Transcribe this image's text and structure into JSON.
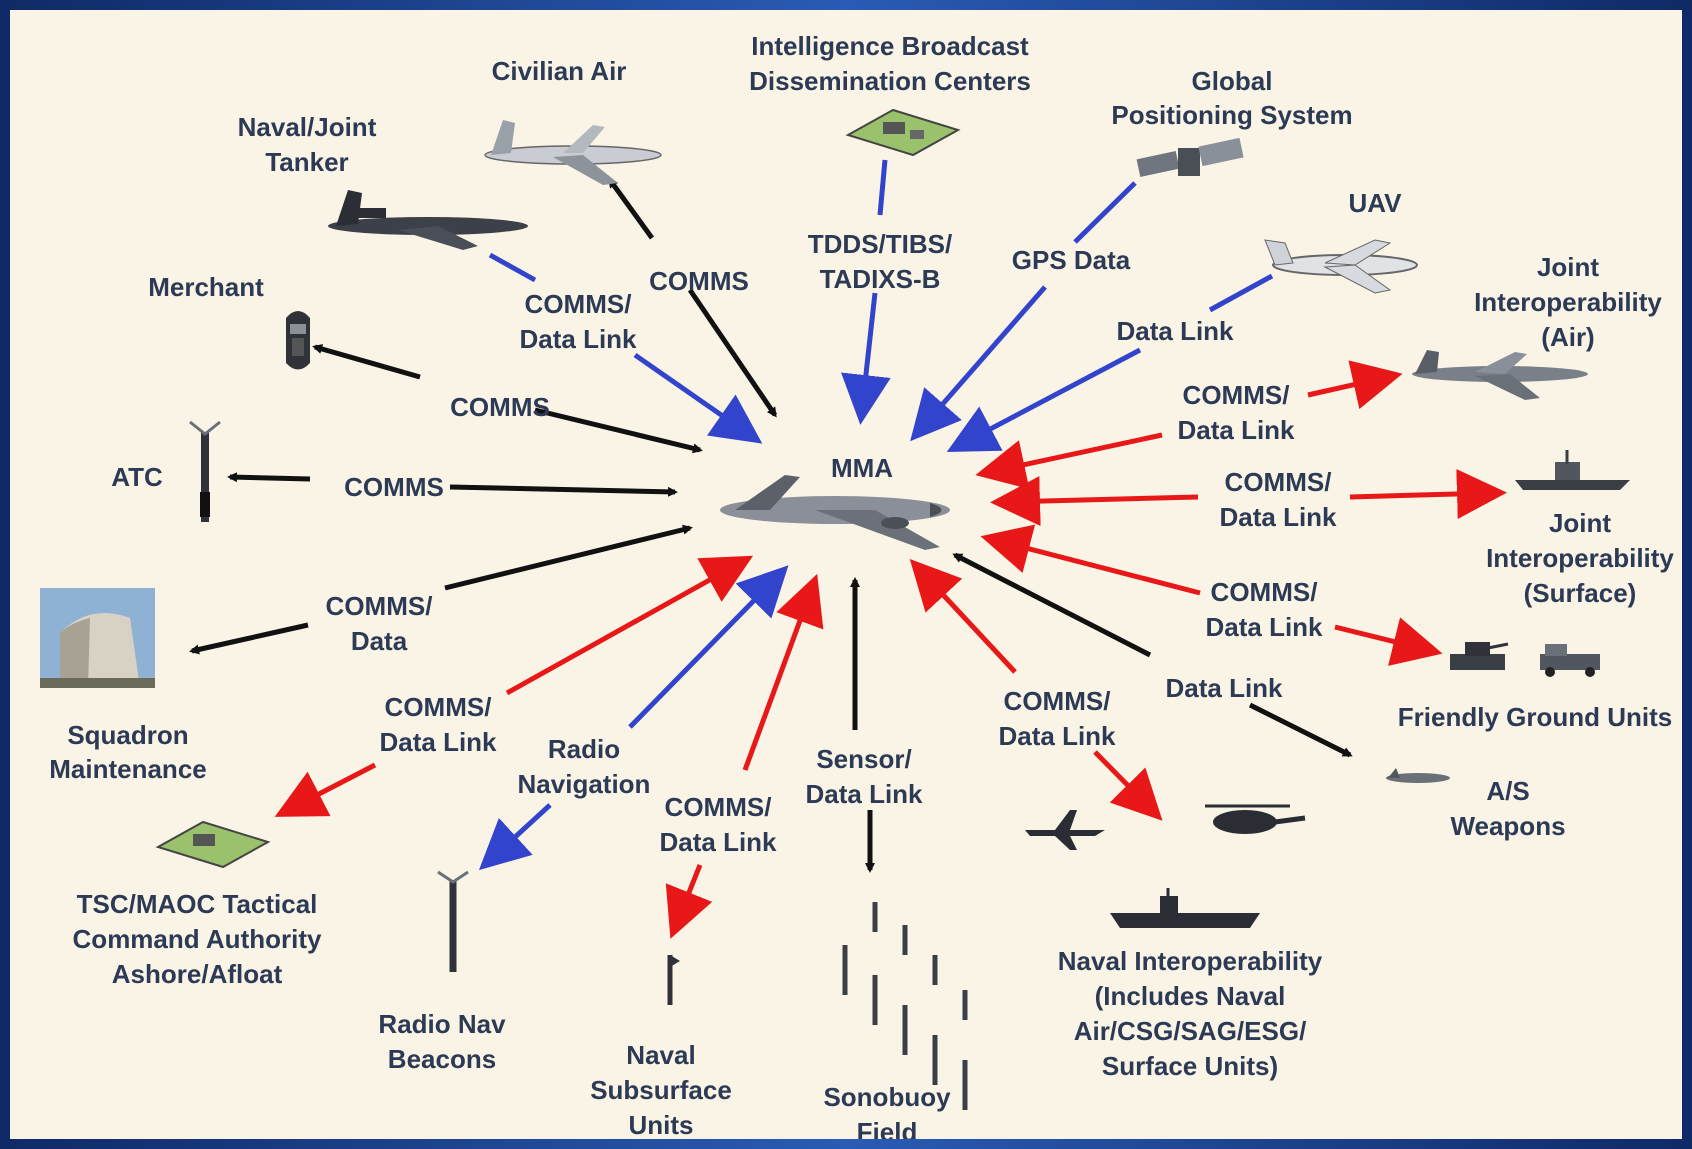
{
  "colors": {
    "background": "#faf4e6",
    "frame": "#1b3d84",
    "text": "#2c3a55",
    "black_arrow": "#111111",
    "blue_arrow": "#3344cc",
    "red_arrow": "#e81818"
  },
  "center": {
    "label": "MMA",
    "icon": "aircraft-icon"
  },
  "nodes": {
    "civilian_air": "Civilian Air",
    "ibdc": [
      "Intelligence Broadcast",
      "Dissemination Centers"
    ],
    "gps": [
      "Global",
      "Positioning System"
    ],
    "naval_tanker": [
      "Naval/Joint",
      "Tanker"
    ],
    "uav": "UAV",
    "merchant": "Merchant",
    "joint_air": [
      "Joint",
      "Interoperability",
      "(Air)"
    ],
    "atc": "ATC",
    "joint_surface": [
      "Joint",
      "Interoperability",
      "(Surface)"
    ],
    "squadron": [
      "Squadron",
      "Maintenance"
    ],
    "friendly_ground": "Friendly Ground Units",
    "as_weapons": [
      "A/S",
      "Weapons"
    ],
    "tsc": [
      "TSC/MAOC Tactical",
      "Command Authority",
      "Ashore/Afloat"
    ],
    "radio_nav_beacons": [
      "Radio Nav",
      "Beacons"
    ],
    "naval_subsurface": [
      "Naval",
      "Subsurface",
      "Units"
    ],
    "sonobuoy": [
      "Sonobuoy",
      "Field"
    ],
    "naval_interop": [
      "Naval Interoperability",
      "(Includes Naval",
      "Air/CSG/SAG/ESG/",
      "Surface Units)"
    ]
  },
  "links": {
    "comms_civil": "COMMS",
    "tdds": [
      "TDDS/TIBS/",
      "TADIXS-B"
    ],
    "gps_data": "GPS Data",
    "tanker_link": [
      "COMMS/",
      "Data Link"
    ],
    "uav_link": "Data Link",
    "merchant_link": "COMMS",
    "joint_air_link": [
      "COMMS/",
      "Data Link"
    ],
    "atc_link": "COMMS",
    "joint_surface_link": [
      "COMMS/",
      "Data Link"
    ],
    "squadron_link": [
      "COMMS/",
      "Data"
    ],
    "ground_link": [
      "COMMS/",
      "Data Link"
    ],
    "weapons_link": "Data Link",
    "tsc_link": [
      "COMMS/",
      "Data Link"
    ],
    "radio_nav_link": [
      "Radio",
      "Navigation"
    ],
    "subsurface_link": [
      "COMMS/",
      "Data Link"
    ],
    "sonobuoy_link": [
      "Sensor/",
      "Data Link"
    ],
    "naval_link": [
      "COMMS/",
      "Data Link"
    ]
  }
}
